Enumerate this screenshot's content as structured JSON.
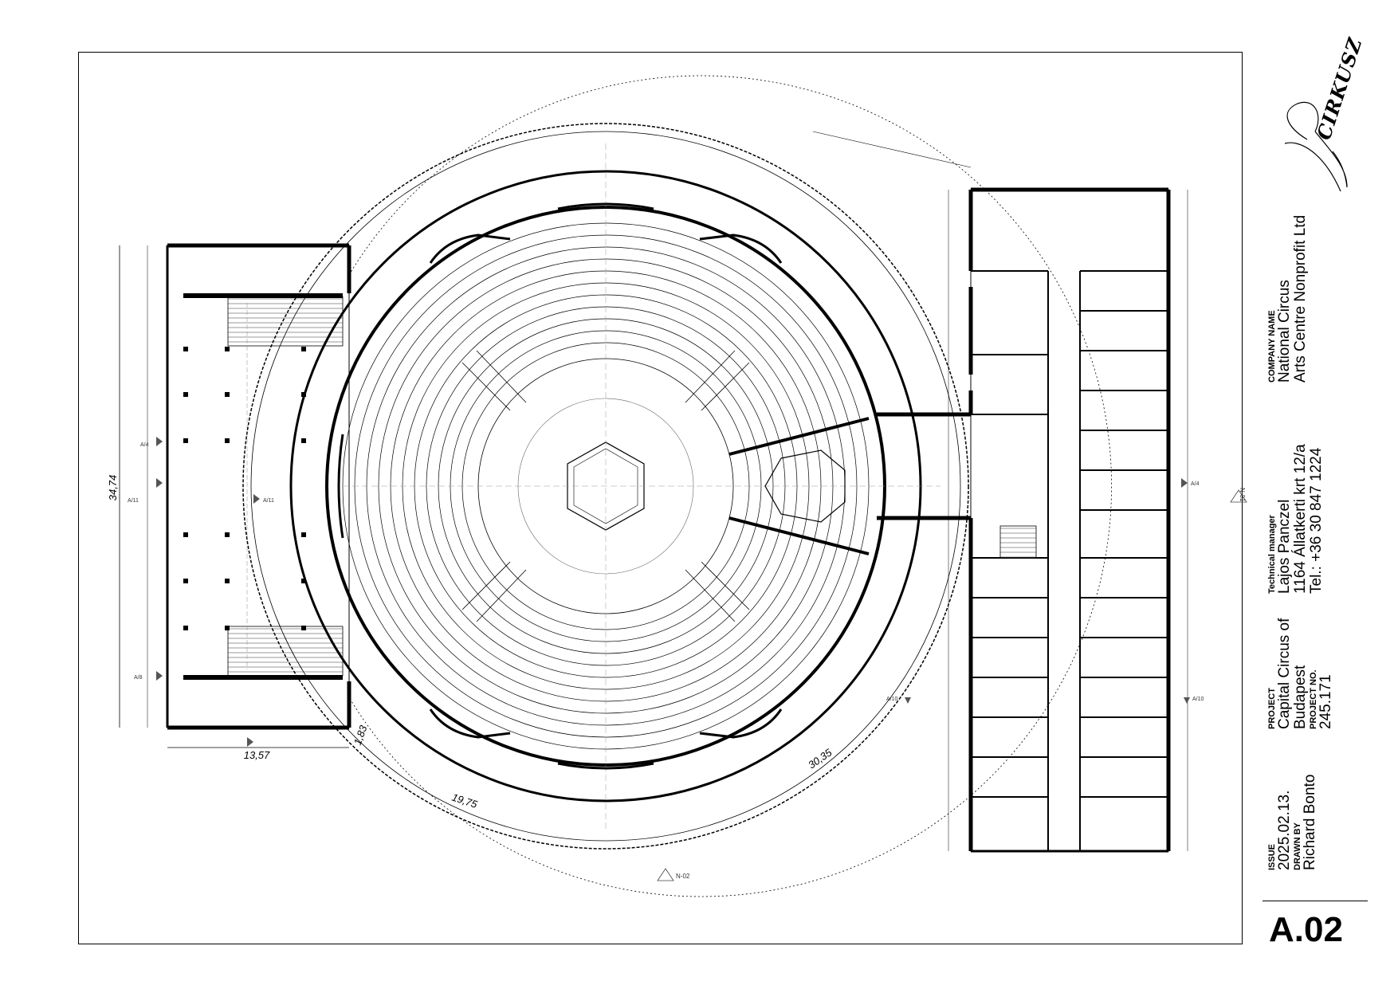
{
  "sheet": {
    "number": "A.02",
    "logo_text": "CIRKUSZ"
  },
  "titleblock": {
    "company_label": "COMPANY NAME",
    "company_line1": "National Circus",
    "company_line2": "Arts Centre Nonprofit Ltd",
    "tech_label": "Technical manager",
    "tech_name": "Lajos Panczel",
    "tech_address": "1164 Állatkerti krt 12/a",
    "tech_phone": "Tel.: +36 30 847 1224",
    "project_label": "PROJECT",
    "project_line1": "Capital Circus of",
    "project_line2": "Budapest",
    "project_no_label": "PROJECT NO.",
    "project_no": "245.171",
    "issue_label": "ISSUE",
    "issue_date": "2025.02.13.",
    "drawn_label": "DRAWN BY",
    "drawn_name": "Richard Bonto"
  },
  "plan": {
    "dimensions": {
      "left_height": "34,74",
      "left_width": "13,57",
      "corner_small": "1,83",
      "outer_arc_bottom": "19,75",
      "outer_arc_right": "30,35"
    },
    "section_marks": {
      "left_a11": "A/11",
      "left_a8": "A/8",
      "left_a4": "A/4",
      "center_a11": "A/11",
      "right_a4": "A/4",
      "right_a10_left": "A/10",
      "right_a10_right": "A/10",
      "north_bottom": "N-02",
      "north_right": "N-01"
    }
  }
}
